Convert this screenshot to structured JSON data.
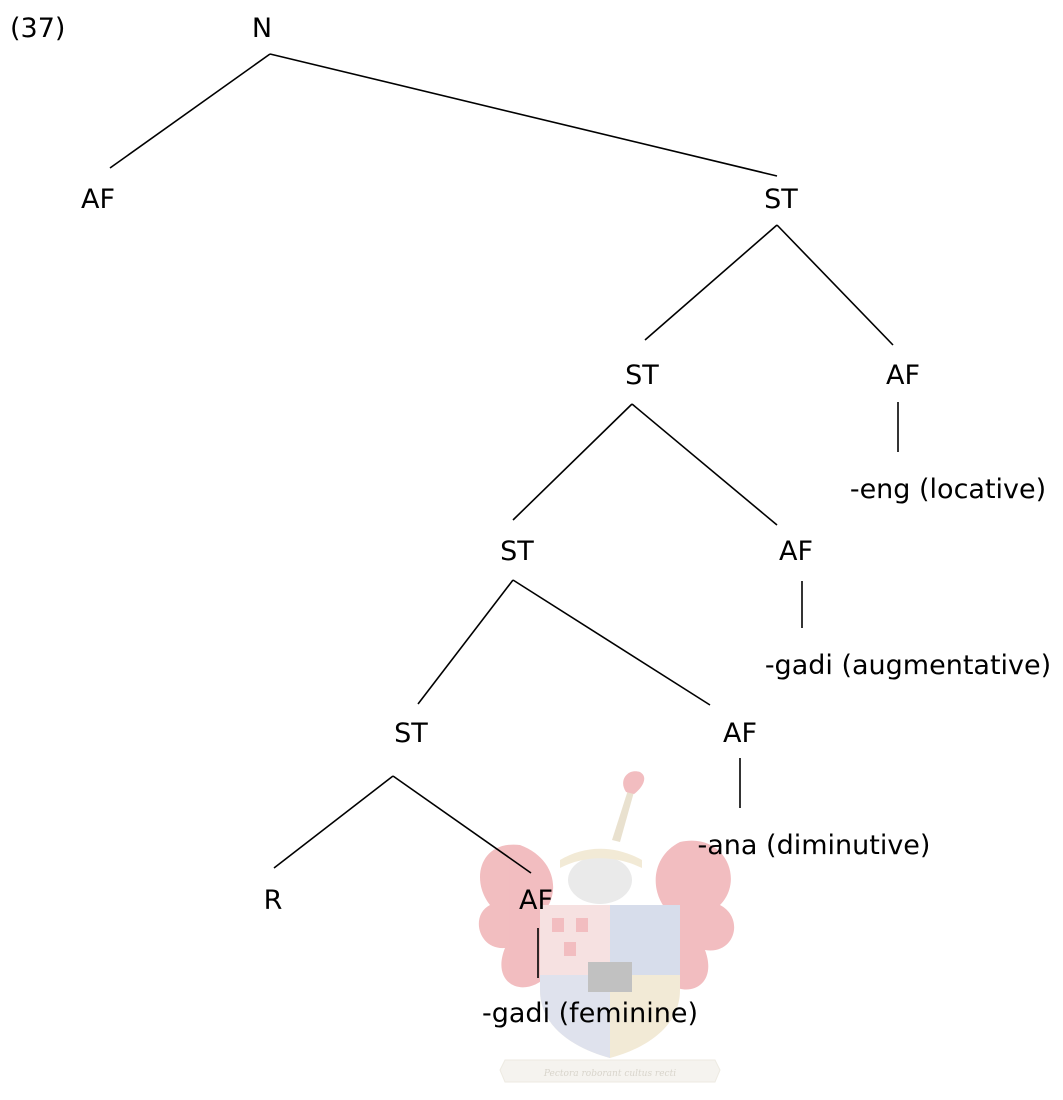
{
  "example_number": "(37)",
  "tree": {
    "root": "N",
    "affix_top": "AF",
    "stem_1": "ST",
    "stem_2": "ST",
    "affix_locative_node": "AF",
    "affix_locative_gloss": "-eng (locative)",
    "stem_3": "ST",
    "affix_augmentative_node": "AF",
    "affix_augmentative_gloss": "-gadi (augmentative)",
    "stem_4": "ST",
    "affix_diminutive_node": "AF",
    "affix_diminutive_gloss": "-ana (diminutive)",
    "root_leaf": "R",
    "affix_feminine_node": "AF",
    "affix_feminine_gloss": "-gadi (feminine)"
  },
  "watermark": {
    "motto": "Pectora roborant cultus recti",
    "colors": {
      "mantling_red": "#e8888d",
      "shield_gold": "#e9d9b6",
      "shield_blue": "#b8c3dc",
      "scroll": "#eeeae2"
    }
  }
}
